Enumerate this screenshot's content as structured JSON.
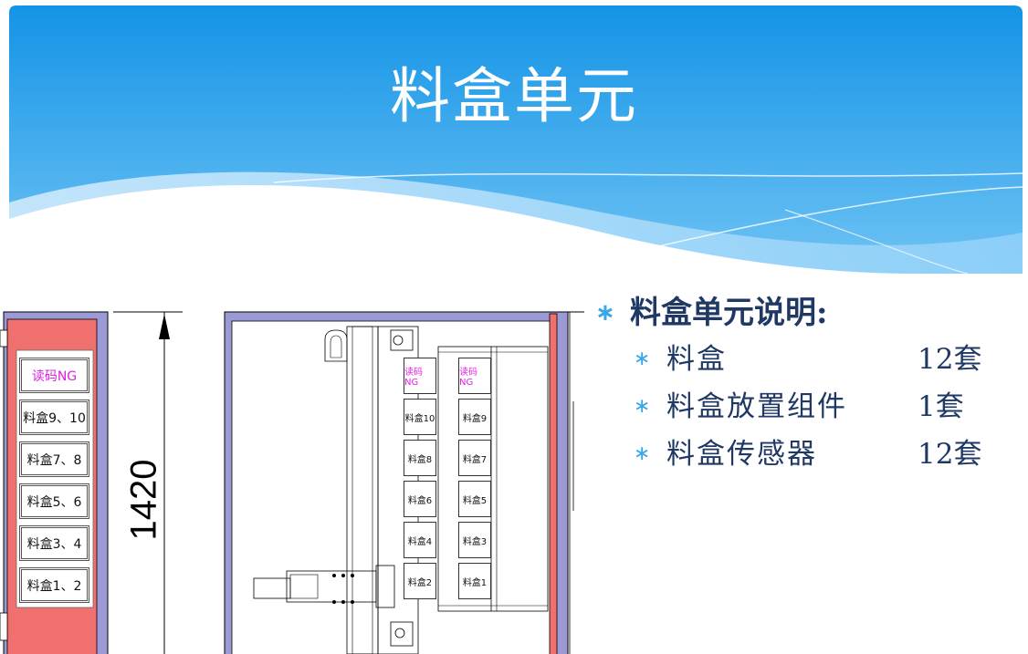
{
  "slide": {
    "title": "料盒单元"
  },
  "drawing": {
    "dimension": "1420",
    "left_rack_labels": [
      "读码NG",
      "料盒9、10",
      "料盒7、8",
      "料盒5、6",
      "料盒3、4",
      "料盒1、2"
    ],
    "column_a_labels": [
      "读码NG",
      "料盒10",
      "料盒8",
      "料盒6",
      "料盒4",
      "料盒2"
    ],
    "column_b_labels": [
      "读码NG",
      "料盒9",
      "料盒7",
      "料盒5",
      "料盒3",
      "料盒1"
    ]
  },
  "description": {
    "heading": "料盒单元说明:",
    "items": [
      {
        "name": "料盒",
        "qty": "12套"
      },
      {
        "name": "料盒放置组件",
        "qty": "1套"
      },
      {
        "name": "料盒传感器",
        "qty": "12套"
      }
    ],
    "bullet_glyph": "∗"
  },
  "colors": {
    "banner_top": "#1494e6",
    "banner_bottom": "#7cc8f5",
    "rack_red": "#f07070",
    "rack_purple": "#9b9ad4",
    "ng_magenta": "#e020e0",
    "text_navy": "#1f3864",
    "bullet_blue": "#3aa7e8"
  }
}
